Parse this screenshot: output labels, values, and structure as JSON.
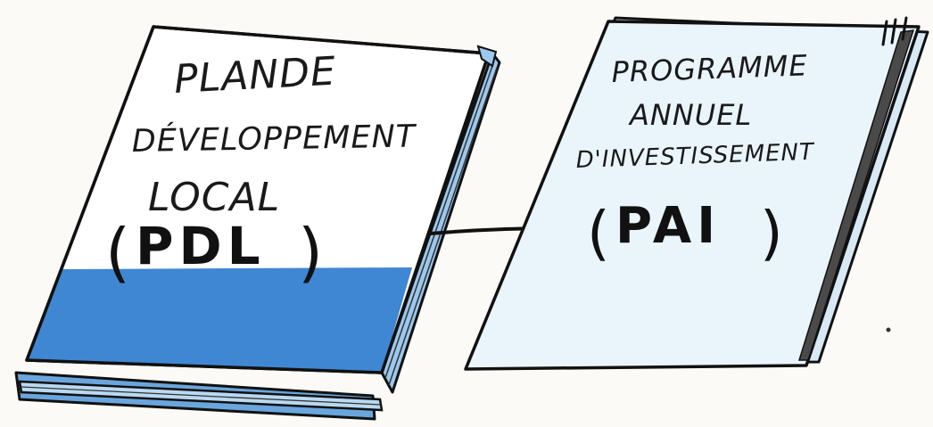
{
  "colors": {
    "book_cover": "#ffffff",
    "book_blue": "#3f86d3",
    "book_spine_blue": "#4f95dc",
    "pages_blue": "#9cc8ee",
    "doc_fill": "#e9f4fb",
    "ink": "#111111",
    "background": "#fbfaf6"
  },
  "book": {
    "title_line1": "PLANDE",
    "title_line2": "DÉVELOPPEMENT",
    "title_line3": "LOCAL",
    "acronym": "PDL",
    "paren_open": "(",
    "paren_close": ")"
  },
  "document": {
    "title_line1": "PROGRAMME",
    "title_line2": "ANNUEL",
    "title_line3": "D'INVESTISSEMENT",
    "acronym": "PAI",
    "paren_open": "(",
    "paren_close": ")"
  },
  "arrow": {
    "from": "PDL",
    "to": "PAI"
  }
}
